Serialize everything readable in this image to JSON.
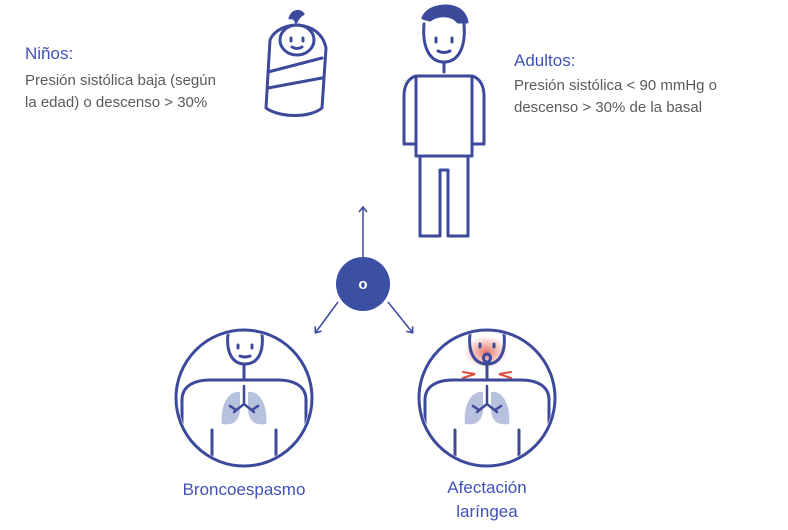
{
  "children": {
    "title": "Niños:",
    "line1": "Presión sistólica baja (según",
    "line2": "la edad) o descenso > 30%"
  },
  "adults": {
    "title": "Adultos:",
    "line1": "Presión sistólica < 90 mmHg o",
    "line2": "descenso > 30% de la basal"
  },
  "center_node": {
    "label": "o"
  },
  "bronchospasm": {
    "label": "Broncoespasmo"
  },
  "laryngeal": {
    "line1": "Afectación",
    "line2": "laríngea"
  },
  "colors": {
    "line": "#3d4a9c",
    "node": "#3b4fa3",
    "text_accent": "#3f51b5",
    "text_body": "#5a5a5a",
    "lungs": "#b8c1de",
    "inflammation": "#e04a3a"
  },
  "icons": [
    "baby-icon",
    "adult-icon",
    "bronchospasm-person-icon",
    "laryngeal-person-icon"
  ]
}
